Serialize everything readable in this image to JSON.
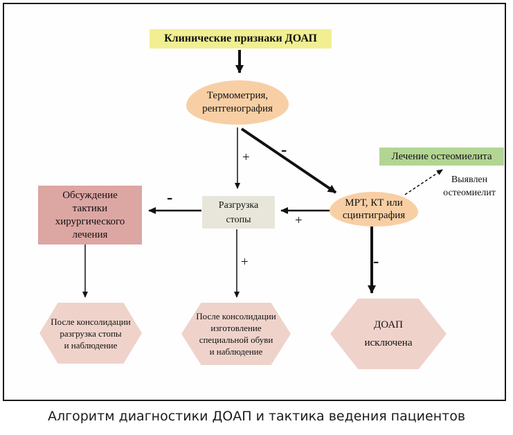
{
  "colors": {
    "frame_border": "#1a1a1a",
    "clinical_bg": "#f1ef92",
    "ellipse_bg": "#f8cfa4",
    "treatment_bg": "#b3d593",
    "surgery_bg": "#dca6a3",
    "offloading_bg": "#e8e6da",
    "hexagon_bg": "#efd3ca"
  },
  "nodes": {
    "clinical_signs": "Клинические признаки ДОАП",
    "thermometry": "Термометрия,\nрентгенография",
    "osteomyelitis_treatment": "Лечение остеомиелита",
    "osteomyelitis_found": "Выявлен\nостеомиелит",
    "surgery_discussion": "Обсуждение\nтактики\nхирургического\nлечения",
    "foot_offloading": "Разгрузка\nстопы",
    "imaging": "МРТ, КТ или\nсцинтиграфия",
    "hex_consolidation_offloading": "После консолидации\nразгрузка стопы\nи наблюдение",
    "hex_consolidation_shoes": "После консолидации\nизготовление\nспециальной обуви\nи наблюдение",
    "hex_doap_excluded": "ДОАП\nисключена"
  },
  "edge_labels": {
    "thermometry_to_offloading": "+",
    "thermometry_to_imaging": "-",
    "imaging_to_offloading": "+",
    "offloading_to_surgery": "-",
    "offloading_to_shoes": "+",
    "imaging_to_excluded": "-"
  },
  "caption": "Алгоритм диагностики ДОАП и тактика ведения пациентов"
}
